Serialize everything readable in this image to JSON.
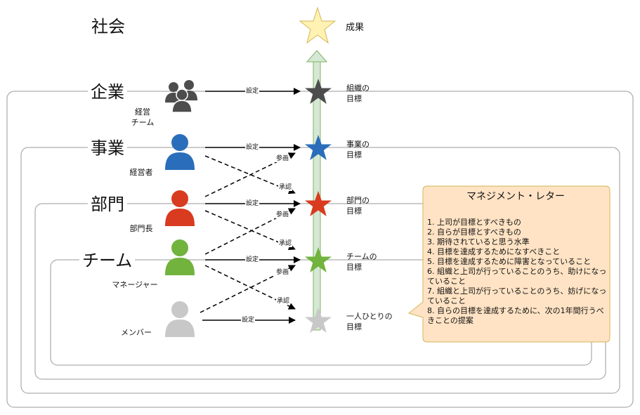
{
  "levels": {
    "society": "社会",
    "company": "企業",
    "business": "事業",
    "department": "部門",
    "team": "チーム"
  },
  "roles": {
    "management_team": "経営\nチーム",
    "manager": "経営者",
    "dept_head": "部門長",
    "team_manager": "マネージャー",
    "member": "メンバー"
  },
  "goals": {
    "result": "成果",
    "org": "組織の\n目標",
    "business": "事業の\n目標",
    "dept": "部門の\n目標",
    "team": "チームの\n目標",
    "individual": "一人ひとりの\n目標"
  },
  "arrow_labels": {
    "set": "設定",
    "participate": "参画",
    "approve": "承認"
  },
  "callout": {
    "title": "マネジメント・レター",
    "items": [
      "1. 上司が目標とすべきもの",
      "2. 自らが目標とすべきもの",
      "3. 期待されていると思う水準",
      "4. 目標を達成するためになすべきこと",
      "5. 目標を達成するために障害となっていること",
      "6. 組織と上司が行っていることのうち、助けになっていること",
      "7. 組織と上司が行っていることのうち、妨げになっていること",
      "8. 自らの目標を達成するために、次の1年間行うべきことの提案"
    ]
  },
  "colors": {
    "dark": "#4d4d4d",
    "blue": "#2a6ebb",
    "red": "#d83b1f",
    "green": "#71b33c",
    "gray": "#c8c8c8",
    "star_top": "#fff2b3",
    "callout_bg": "#ffe3c4",
    "callout_border": "#d6b656",
    "bar_fill": "#d5e8d4",
    "bar_stroke": "#82b366"
  }
}
